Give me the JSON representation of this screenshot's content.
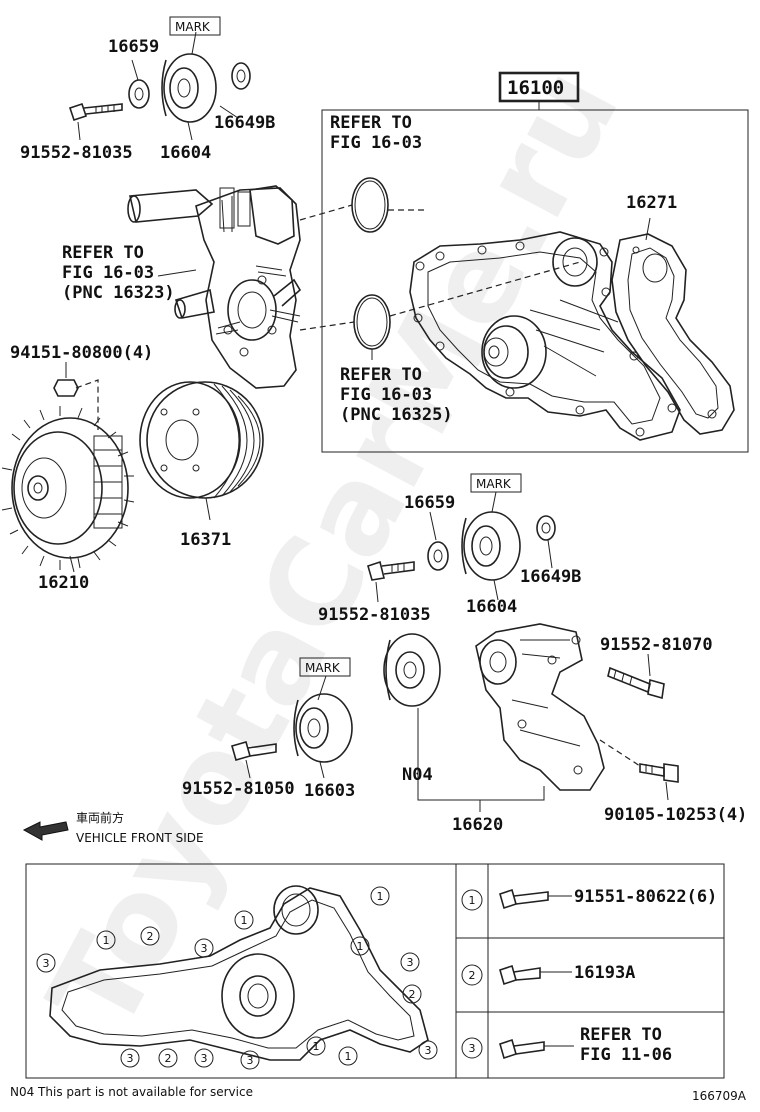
{
  "labels": {
    "p16659_top": "16659",
    "mark_top": "MARK",
    "p16649b_top": "16649B",
    "p16604_top": "16604",
    "b91552_81035_top": "91552-81035",
    "p16100": "16100",
    "refer1_l1": "REFER TO",
    "refer1_l2": "FIG 16-03",
    "p16271": "16271",
    "refer2_l1": "REFER TO",
    "refer2_l2": "FIG 16-03",
    "refer2_l3": "(PNC 16323)",
    "refer3_l1": "REFER TO",
    "refer3_l2": "FIG 16-03",
    "refer3_l3": "(PNC 16325)",
    "b94151": "94151-80800(4)",
    "p16371": "16371",
    "p16210": "16210",
    "p16659_mid": "16659",
    "mark_mid": "MARK",
    "p16649b_mid": "16649B",
    "p16604_mid": "16604",
    "b91552_81035_mid": "91552-81035",
    "b91552_81070": "91552-81070",
    "mark_low": "MARK",
    "n04": "N04",
    "b91552_81050": "91552-81050",
    "p16603": "16603",
    "p16620": "16620",
    "b90105": "90105-10253(4)",
    "front_jp": "車両前方",
    "front_en": "VEHICLE FRONT SIDE",
    "legend1": "91551-80622(6)",
    "legend2": "16193A",
    "legend3_l1": "REFER TO",
    "legend3_l2": "FIG 11-06",
    "legend_n1": "1",
    "legend_n2": "2",
    "legend_n3": "3",
    "footnote": "N04  This part is not available for service",
    "fig_code": "166709A",
    "watermark": "ToyotaCarMe.ru"
  }
}
